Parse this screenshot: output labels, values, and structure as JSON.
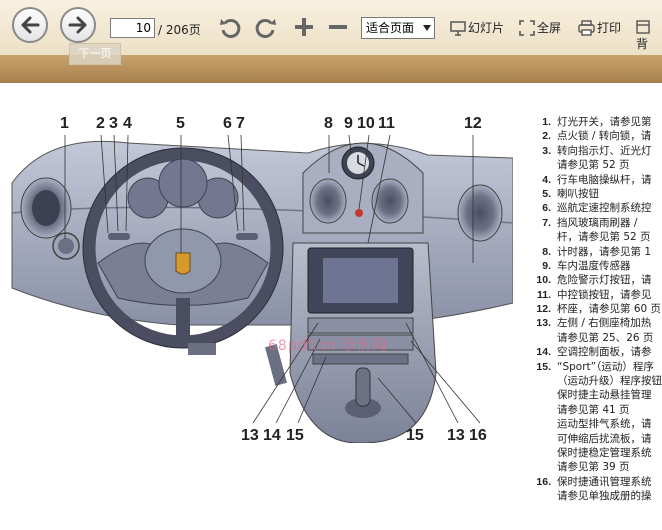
{
  "toolbar": {
    "back_tooltip": "下一页",
    "page_current": "10",
    "page_total": "/ 206页",
    "zoom_value": "适合页面",
    "slideshow_label": "幻灯片",
    "fullscreen_label": "全屏",
    "print_label": "打印",
    "extra_label": "背",
    "colors": {
      "toolbar_bg": "#f2e8d2",
      "band": "#b48d58"
    }
  },
  "diagram": {
    "callouts": [
      "1",
      "2",
      "3",
      "4",
      "5",
      "6",
      "7",
      "8",
      "9",
      "10",
      "11",
      "12",
      "13",
      "14",
      "15",
      "13",
      "16",
      "15"
    ],
    "watermark": "68pdf.cn 示例网"
  },
  "legend": {
    "items": [
      {
        "num": "1.",
        "text": "灯光开关，请参见第"
      },
      {
        "num": "2.",
        "text": "点火锁 / 转向锁，请"
      },
      {
        "num": "3.",
        "text": "转向指示灯、近光灯"
      },
      {
        "num": "",
        "text": "请参见第 52 页"
      },
      {
        "num": "4.",
        "text": "行车电脑操纵杆，请"
      },
      {
        "num": "5.",
        "text": "喇叭按钮"
      },
      {
        "num": "6.",
        "text": "巡航定速控制系统控"
      },
      {
        "num": "7.",
        "text": "挡风玻璃雨刷器 /"
      },
      {
        "num": "",
        "text": "杆，请参见第 52 页"
      },
      {
        "num": "8.",
        "text": "计时器，请参见第 1"
      },
      {
        "num": "9.",
        "text": "车内温度传感器"
      },
      {
        "num": "10.",
        "text": "危险警示灯按钮，请"
      },
      {
        "num": "11.",
        "text": "中控锁按钮，请参见"
      },
      {
        "num": "12.",
        "text": "杯座，请参见第 60 页"
      },
      {
        "num": "13.",
        "text": "左侧 / 右侧座椅加热"
      },
      {
        "num": "",
        "text": "请参见第 25、26 页"
      },
      {
        "num": "14.",
        "text": "空调控制面板，请参"
      },
      {
        "num": "15.",
        "text": "“Sport”（运动）程序"
      },
      {
        "num": "",
        "text": "（运动升级）程序按钮"
      },
      {
        "num": "",
        "text": "保时捷主动悬挂管理"
      },
      {
        "num": "",
        "text": "请参见第 41 页"
      },
      {
        "num": "",
        "text": "运动型排气系统，请"
      },
      {
        "num": "",
        "text": "可伸缩后扰流板，请"
      },
      {
        "num": "",
        "text": "保时捷稳定管理系统"
      },
      {
        "num": "",
        "text": "请参见第 39 页"
      },
      {
        "num": "16.",
        "text": "保时捷通讯管理系统"
      },
      {
        "num": "",
        "text": "请参见单独成册的操"
      }
    ]
  }
}
